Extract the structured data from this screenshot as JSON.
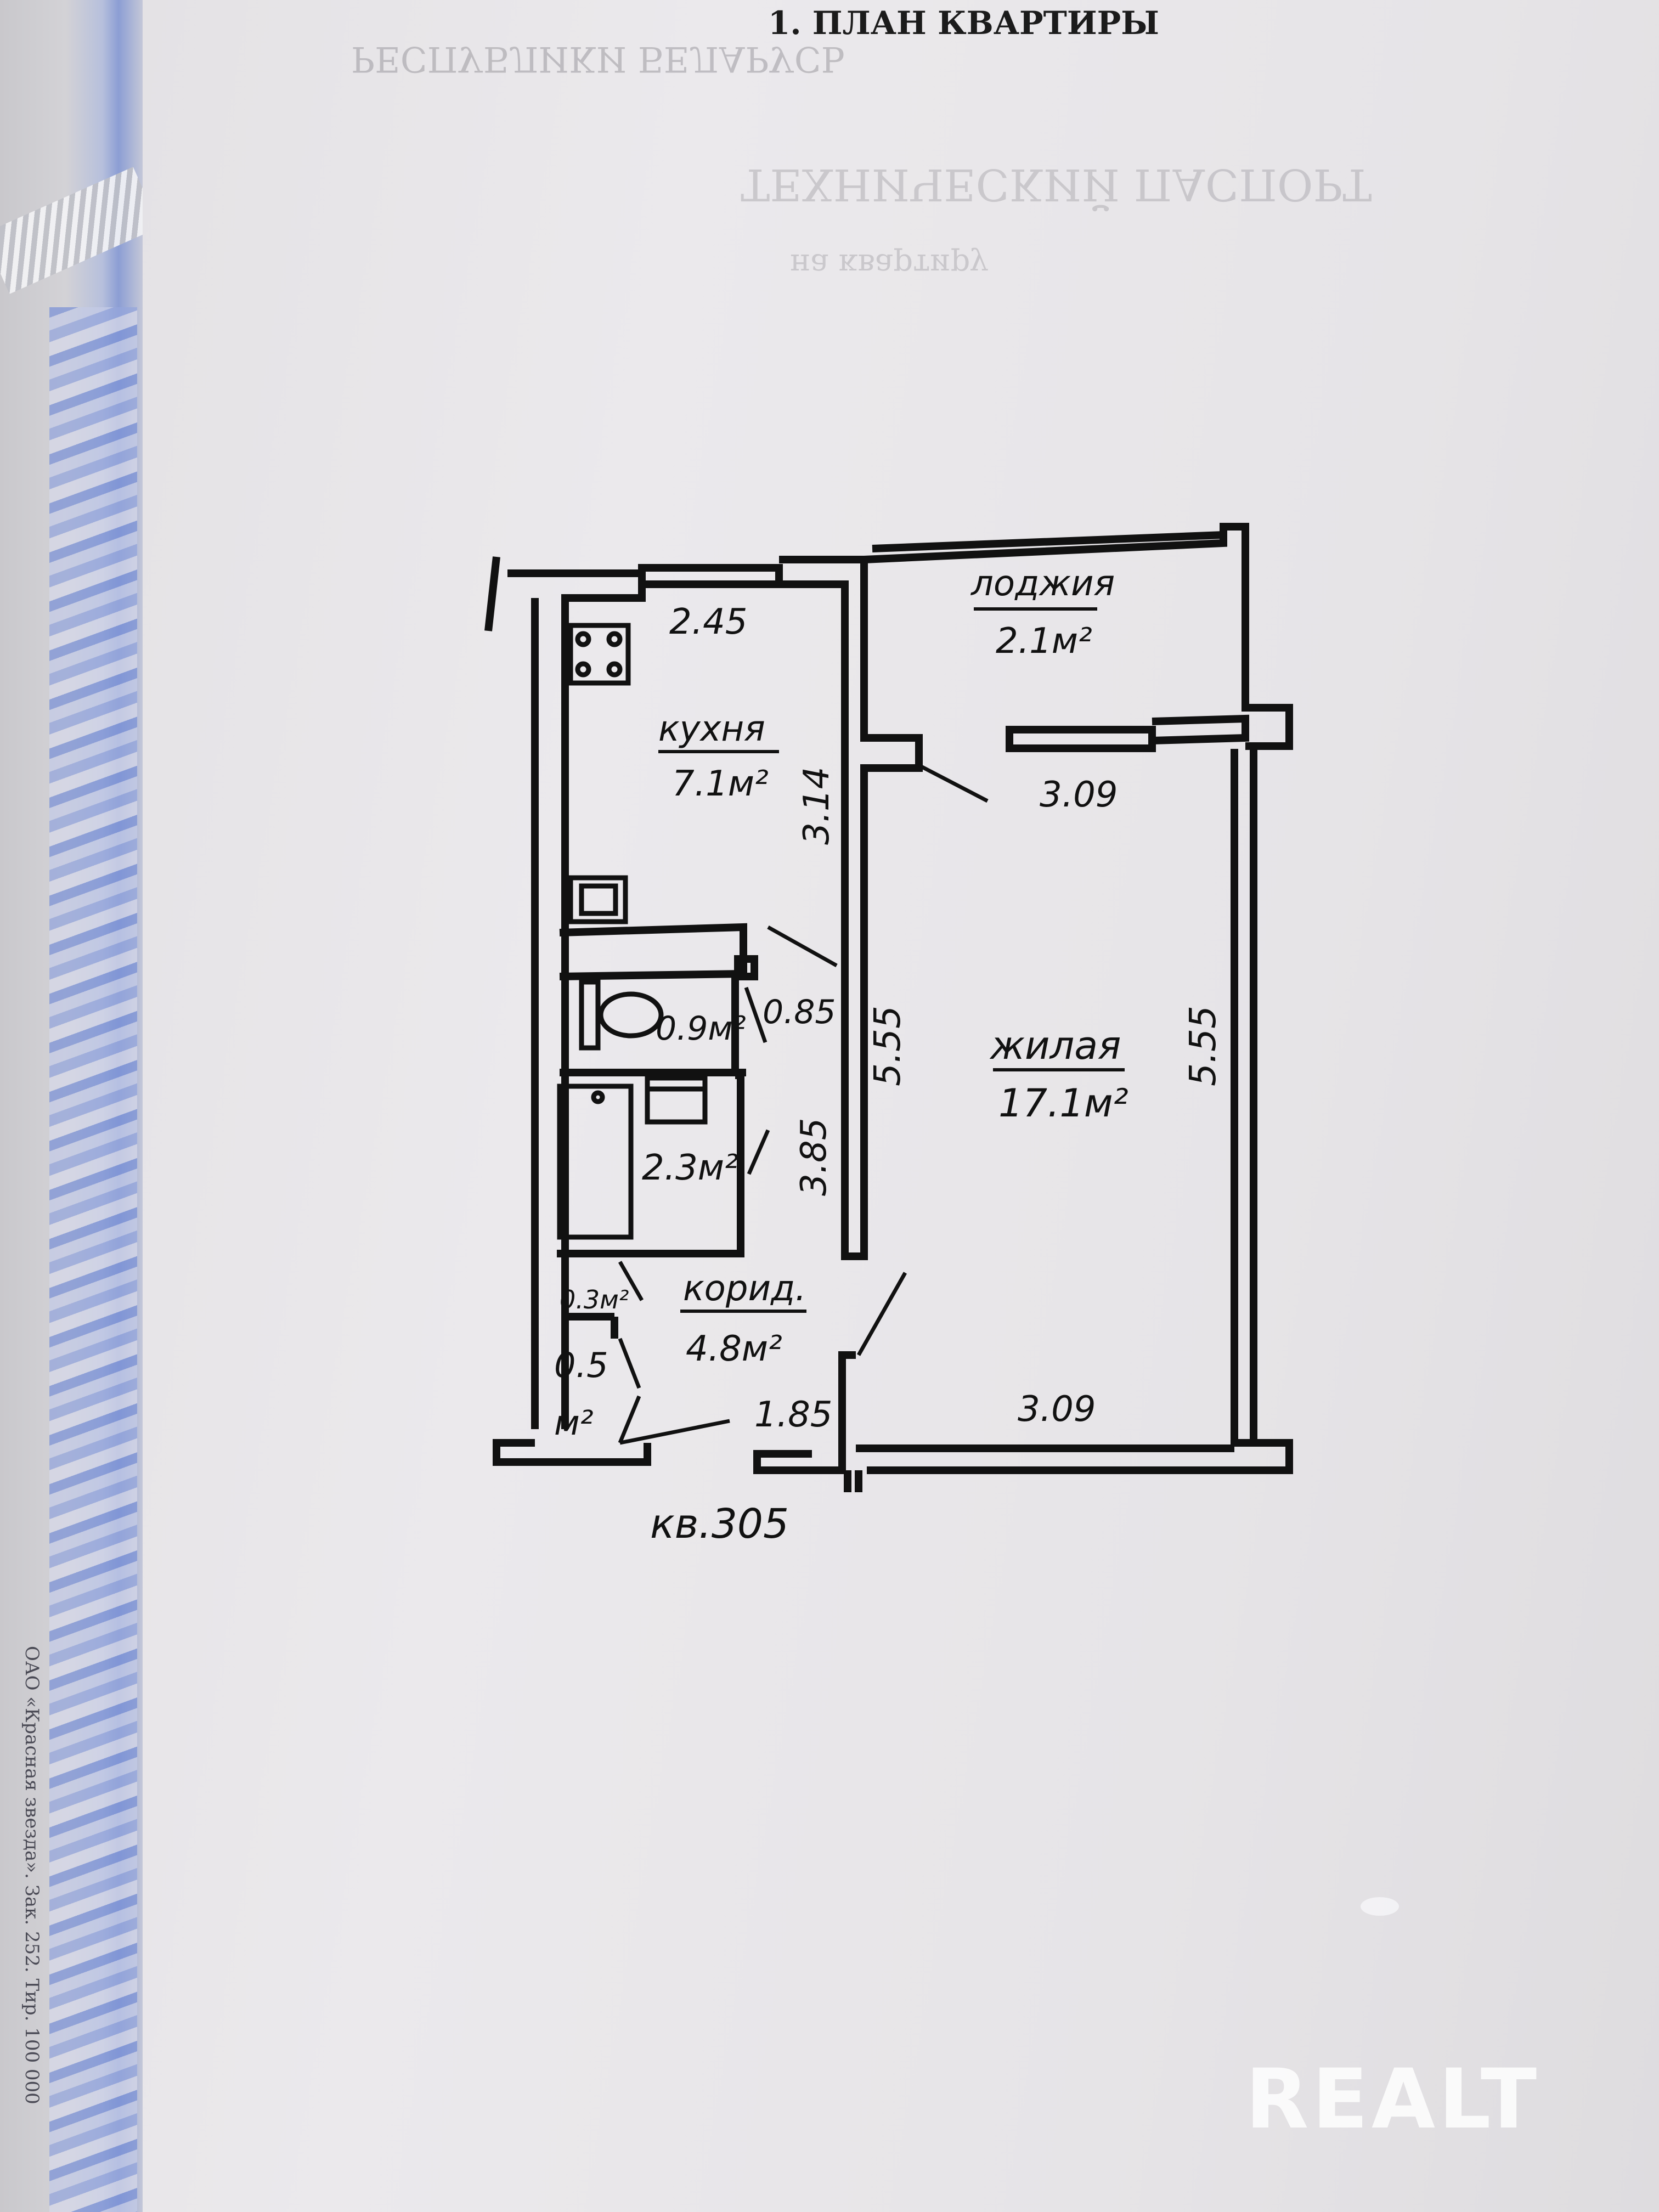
{
  "document": {
    "header_title": "1. ПЛАН КВАРТИРЫ",
    "ghost_lines": [
      "РЕСПУБЛИКИ БЕЛАРУСЬ",
      "ТЕХНИЧЕСКИЙ ПАСПОРТ",
      "на квартиру"
    ],
    "print_info": "ОАО «Красная звезда». Зак. 252. Тир. 100 000"
  },
  "plan": {
    "rooms": {
      "loggia": {
        "name": "лоджия",
        "area": "2.1м²"
      },
      "kitchen": {
        "name": "кухня",
        "area": "7.1м²"
      },
      "living": {
        "name": "жилая",
        "area": "17.1м²"
      },
      "wc": {
        "area": "0.9м²"
      },
      "bath": {
        "area": "2.3м²"
      },
      "corridor": {
        "name": "корид.",
        "area": "4.8м²"
      },
      "closet_a": {
        "area": "0.3м²"
      },
      "closet_b": {
        "area_num": "0.5",
        "area_unit": "м²"
      }
    },
    "dimensions": {
      "kitchen_width": "2.45",
      "kitchen_length": "3.14",
      "living_width_top": "3.09",
      "living_width_bottom": "3.09",
      "living_length_left": "5.55",
      "living_length_right": "5.55",
      "bath_block_length": "3.85",
      "wc_width": "0.85",
      "corridor_width": "1.85"
    },
    "apartment_label": "кв.305"
  },
  "watermark": "REALT"
}
